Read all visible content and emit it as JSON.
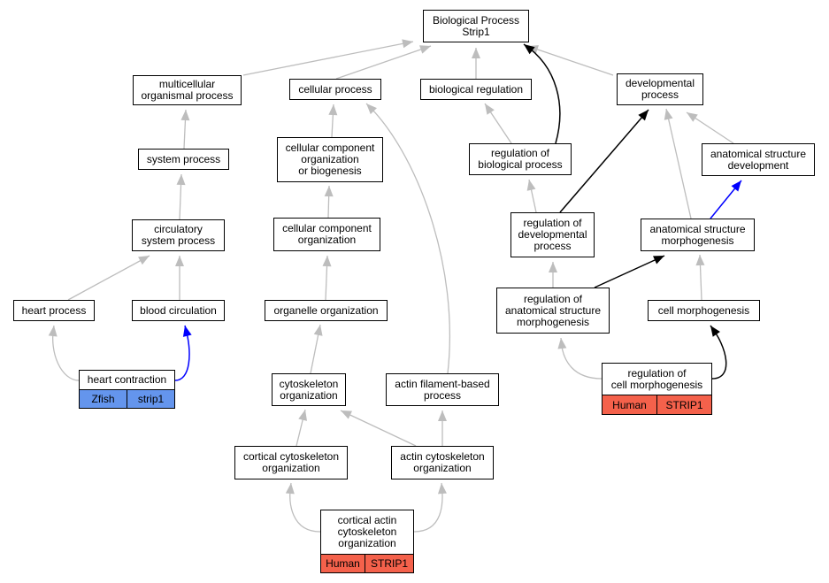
{
  "nodes": {
    "bp": "Biological Process\nStrip1",
    "multicellular": "multicellular\norganismal process",
    "cellular_process": "cellular process",
    "bio_regulation": "biological regulation",
    "dev_process": "developmental\nprocess",
    "system_process": "system process",
    "ccob": "cellular component\norganization\nor biogenesis",
    "reg_bio_process": "regulation of\nbiological process",
    "anat_dev": "anatomical structure\ndevelopment",
    "circ_system": "circulatory\nsystem process",
    "cc_org": "cellular component\norganization",
    "reg_dev_process": "regulation of\ndevelopmental\nprocess",
    "anat_morph": "anatomical structure\nmorphogenesis",
    "heart_process": "heart process",
    "blood_circ": "blood circulation",
    "organelle_org": "organelle organization",
    "reg_anat_morph": "regulation of\nanatomical structure\nmorphogenesis",
    "cell_morph": "cell morphogenesis",
    "heart_contraction": "heart contraction",
    "cytoskeleton_org": "cytoskeleton\norganization",
    "actin_filament": "actin filament-based\nprocess",
    "reg_cell_morph": "regulation of\ncell morphogenesis",
    "cortical_cyto": "cortical cytoskeleton\norganization",
    "actin_cyto": "actin cytoskeleton\norganization",
    "cortical_actin": "cortical actin\ncytoskeleton\norganization"
  },
  "annotations": {
    "heart_contraction": {
      "species": "Zfish",
      "gene": "strip1",
      "color": "#6495ed"
    },
    "reg_cell_morph": {
      "species": "Human",
      "gene": "STRIP1",
      "color": "#f4614b"
    },
    "cortical_actin": {
      "species": "Human",
      "gene": "STRIP1",
      "color": "#f4614b"
    }
  },
  "edge_colors": {
    "default": "#bdbdbd",
    "black": "#000000",
    "blue": "#0000ff"
  }
}
